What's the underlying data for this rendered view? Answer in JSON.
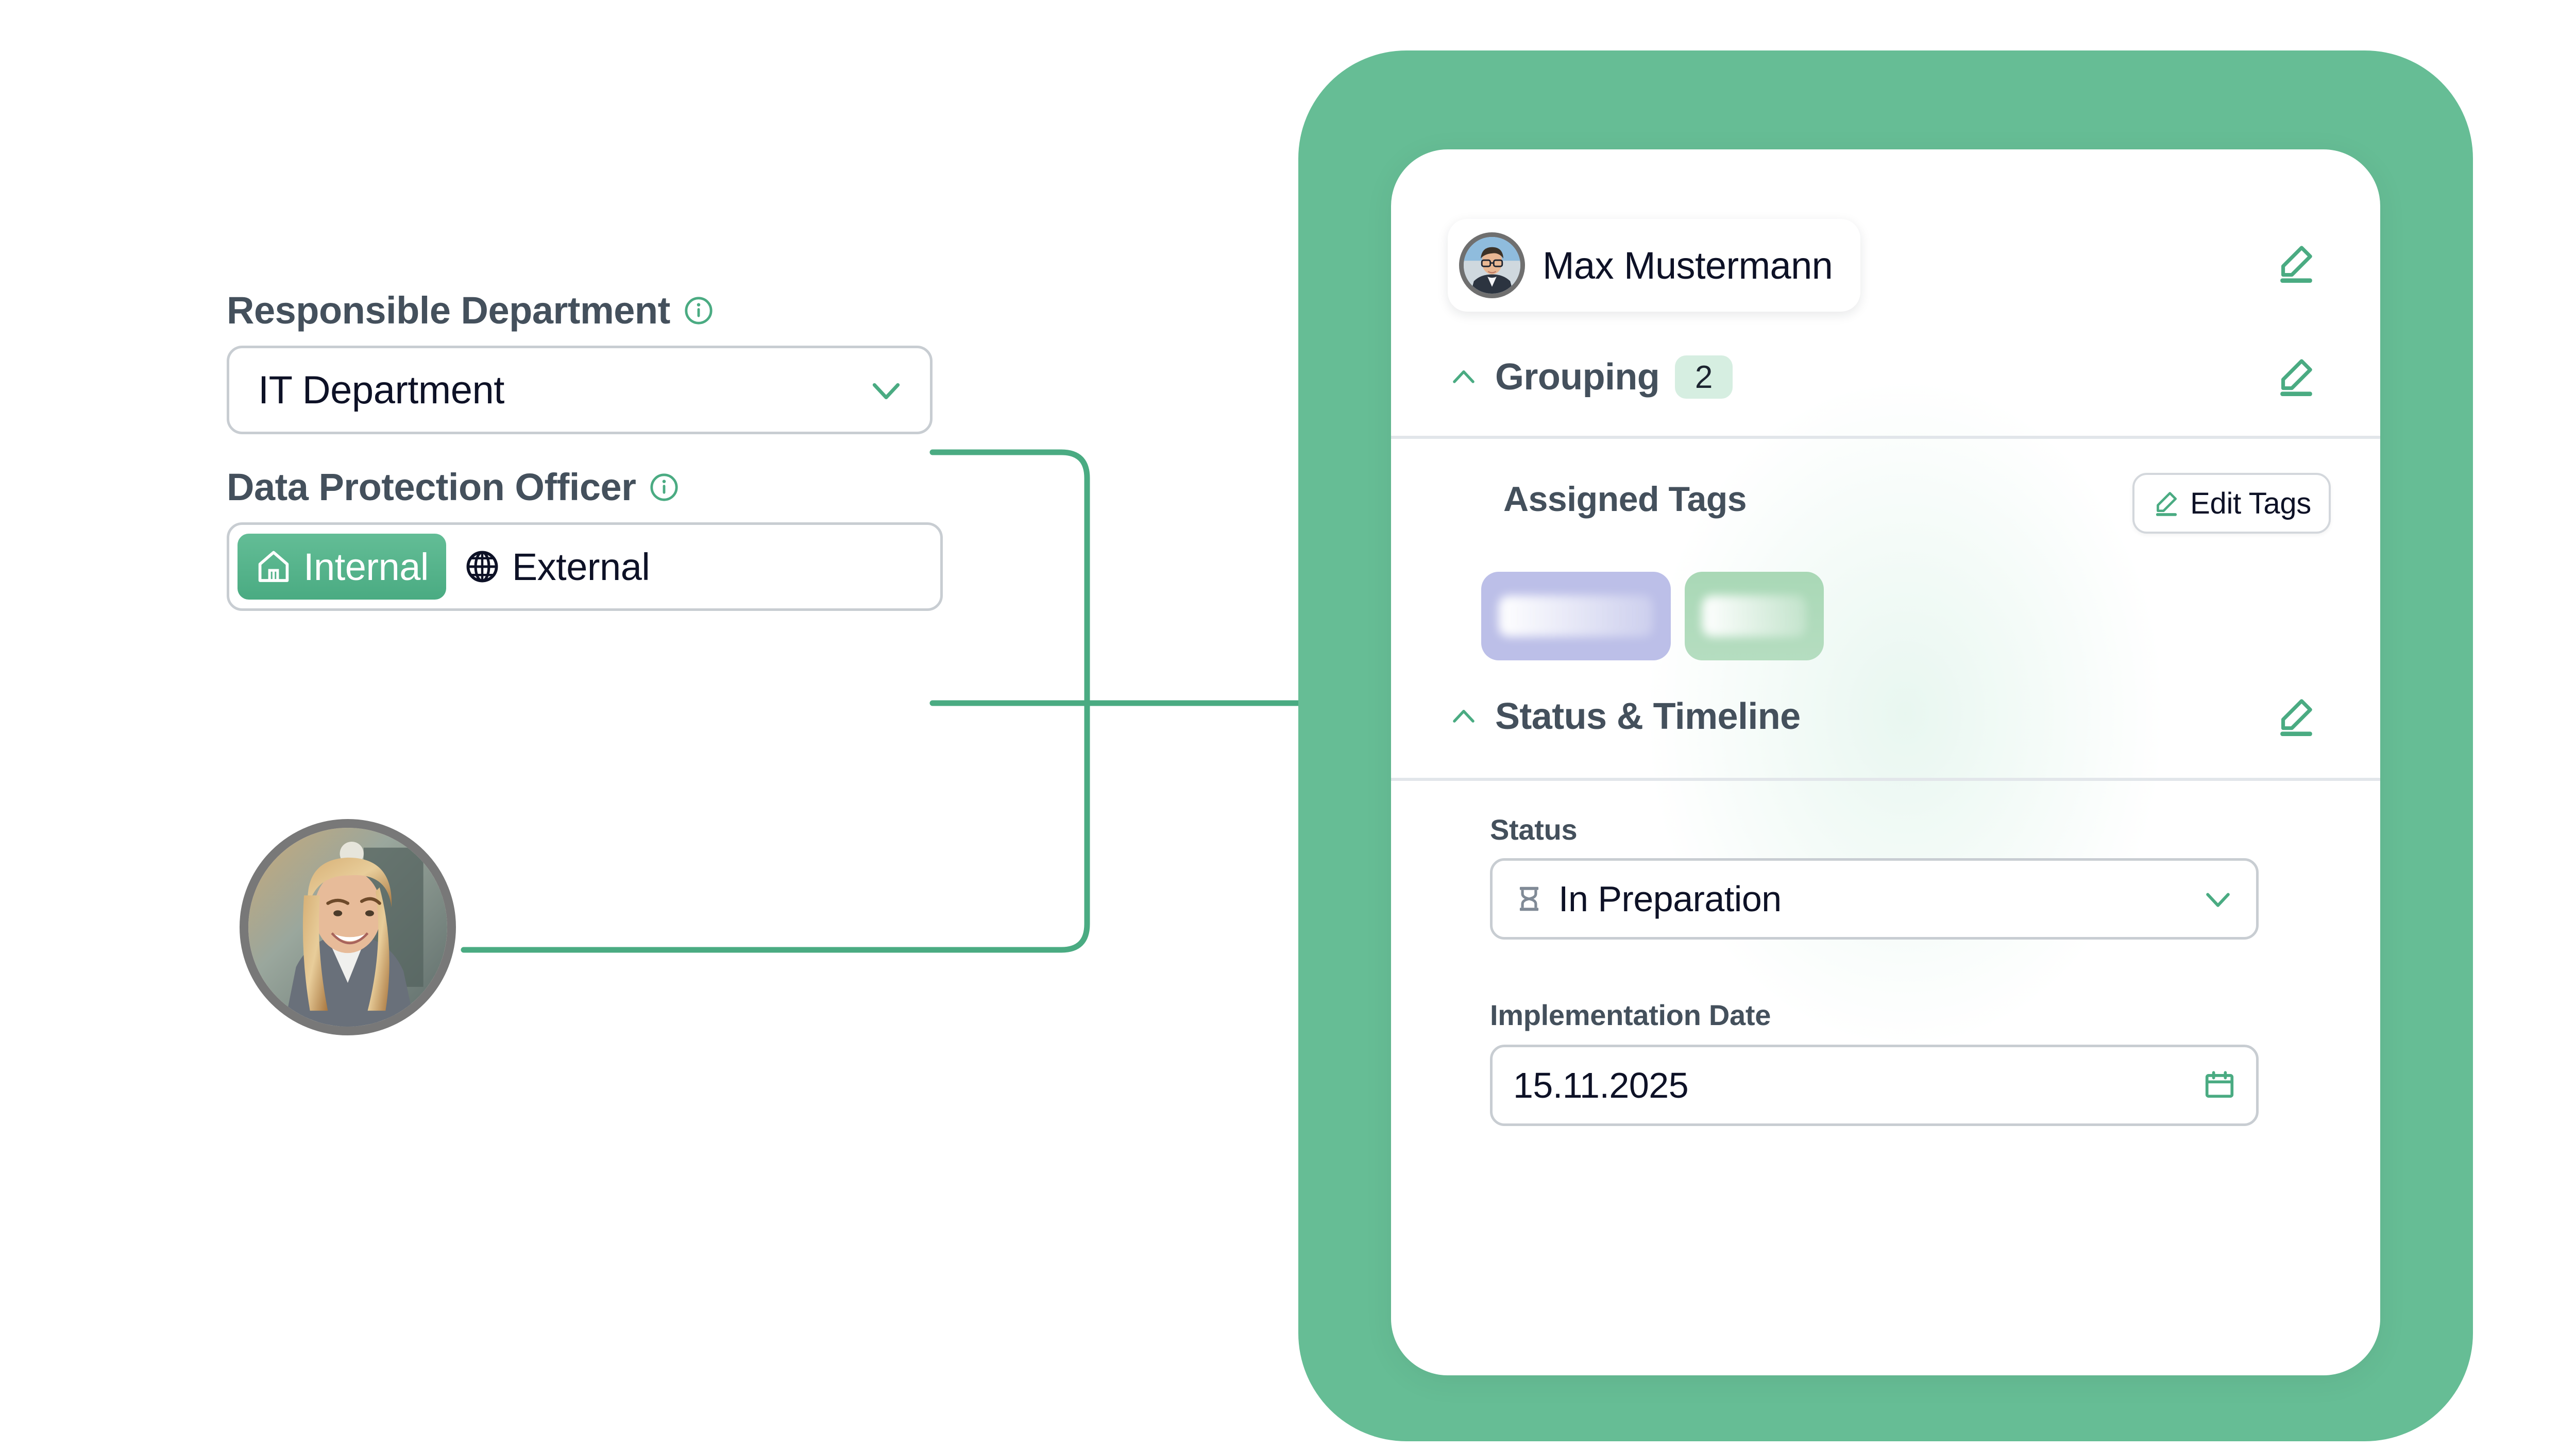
{
  "theme": {
    "brand_green": "#4aab82",
    "panel_green": "#66bd95",
    "label_slate": "#44505c",
    "text_ink": "#0d1126",
    "border_gray": "#c8cdd2",
    "divider_gray": "#e2e6ea",
    "badge_green_bg": "#d6eee1",
    "tag_purple": "#bcbfe8",
    "tag_green": "#a9d8b6",
    "hourglass_gray": "#808a96"
  },
  "left_form": {
    "department": {
      "label": "Responsible Department",
      "info_icon": "info-circle-icon",
      "value": "IT Department",
      "chevron_icon": "chevron-down-icon"
    },
    "dpo": {
      "label": "Data Protection Officer",
      "info_icon": "info-circle-icon",
      "options": [
        {
          "label": "Internal",
          "icon": "home-icon",
          "selected": true
        },
        {
          "label": "External",
          "icon": "globe-icon",
          "selected": false
        }
      ]
    },
    "photo": {
      "icon": "person-photo",
      "alt": "Smiling businesswoman portrait"
    }
  },
  "card": {
    "owner": {
      "name": "Max Mustermann",
      "avatar_icon": "avatar-photo",
      "edit_icon": "pencil-edit-icon"
    },
    "grouping": {
      "caret_icon": "chevron-up-icon",
      "title": "Grouping",
      "count": "2",
      "edit_icon": "pencil-edit-icon",
      "tags_label": "Assigned Tags",
      "edit_tags_button": {
        "label": "Edit Tags",
        "icon": "pencil-edit-icon"
      },
      "tags": [
        {
          "name": "tag-1",
          "color": "#bcbfe8",
          "redacted": true
        },
        {
          "name": "tag-2",
          "color": "#a9d8b6",
          "redacted": true
        }
      ]
    },
    "status_timeline": {
      "caret_icon": "chevron-up-icon",
      "title": "Status & Timeline",
      "edit_icon": "pencil-edit-icon",
      "status": {
        "label": "Status",
        "value": "In Preparation",
        "value_icon": "hourglass-icon",
        "chevron_icon": "chevron-down-icon"
      },
      "implementation_date": {
        "label": "Implementation Date",
        "value": "15.11.2025",
        "calendar_icon": "calendar-icon"
      }
    }
  }
}
